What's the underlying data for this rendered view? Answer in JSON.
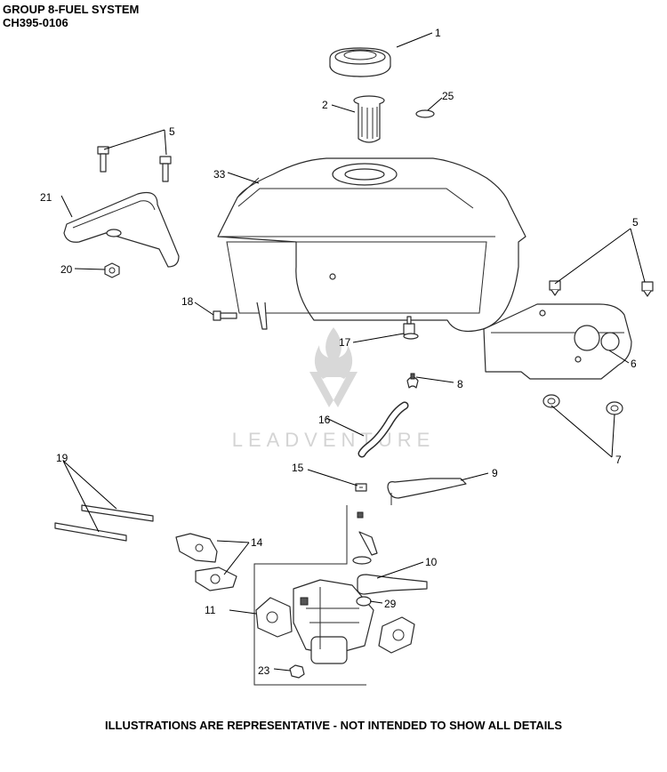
{
  "header": {
    "group_title": "GROUP 8-FUEL SYSTEM",
    "diagram_code": "CH395-0106"
  },
  "footer": {
    "note": "ILLUSTRATIONS ARE REPRESENTATIVE - NOT INTENDED TO SHOW ALL DETAILS"
  },
  "watermark": {
    "text": "LEADVENTURE"
  },
  "callouts": {
    "c1": "1",
    "c2": "2",
    "c25": "25",
    "c5a": "5",
    "c33": "33",
    "c21": "21",
    "c20": "20",
    "c18": "18",
    "c5b": "5",
    "c6": "6",
    "c17": "17",
    "c8": "8",
    "c16": "16",
    "c19": "19",
    "c15": "15",
    "c9": "9",
    "c7": "7",
    "c14": "14",
    "c10": "10",
    "c11": "11",
    "c29": "29",
    "c23": "23"
  },
  "parts": [
    {
      "id": "fuel-cap",
      "callout": "1"
    },
    {
      "id": "fuel-strainer",
      "callout": "2"
    },
    {
      "id": "cap-gasket",
      "callout": "25"
    },
    {
      "id": "bolt",
      "callout": "5"
    },
    {
      "id": "fuel-tank",
      "callout": "33"
    },
    {
      "id": "tank-bracket-left",
      "callout": "21"
    },
    {
      "id": "nut",
      "callout": "20"
    },
    {
      "id": "bolt-18",
      "callout": "18"
    },
    {
      "id": "tank-bracket-right",
      "callout": "6"
    },
    {
      "id": "fuel-valve-fitting",
      "callout": "17"
    },
    {
      "id": "hose-clamp",
      "callout": "8"
    },
    {
      "id": "fuel-line",
      "callout": "16"
    },
    {
      "id": "stud",
      "callout": "19"
    },
    {
      "id": "clip",
      "callout": "15"
    },
    {
      "id": "lever",
      "callout": "9"
    },
    {
      "id": "grommet",
      "callout": "7"
    },
    {
      "id": "gasket-set",
      "callout": "14"
    },
    {
      "id": "choke-lever",
      "callout": "10"
    },
    {
      "id": "carburetor-assembly",
      "callout": "11"
    },
    {
      "id": "seal",
      "callout": "29"
    },
    {
      "id": "drain-screw",
      "callout": "23"
    }
  ]
}
